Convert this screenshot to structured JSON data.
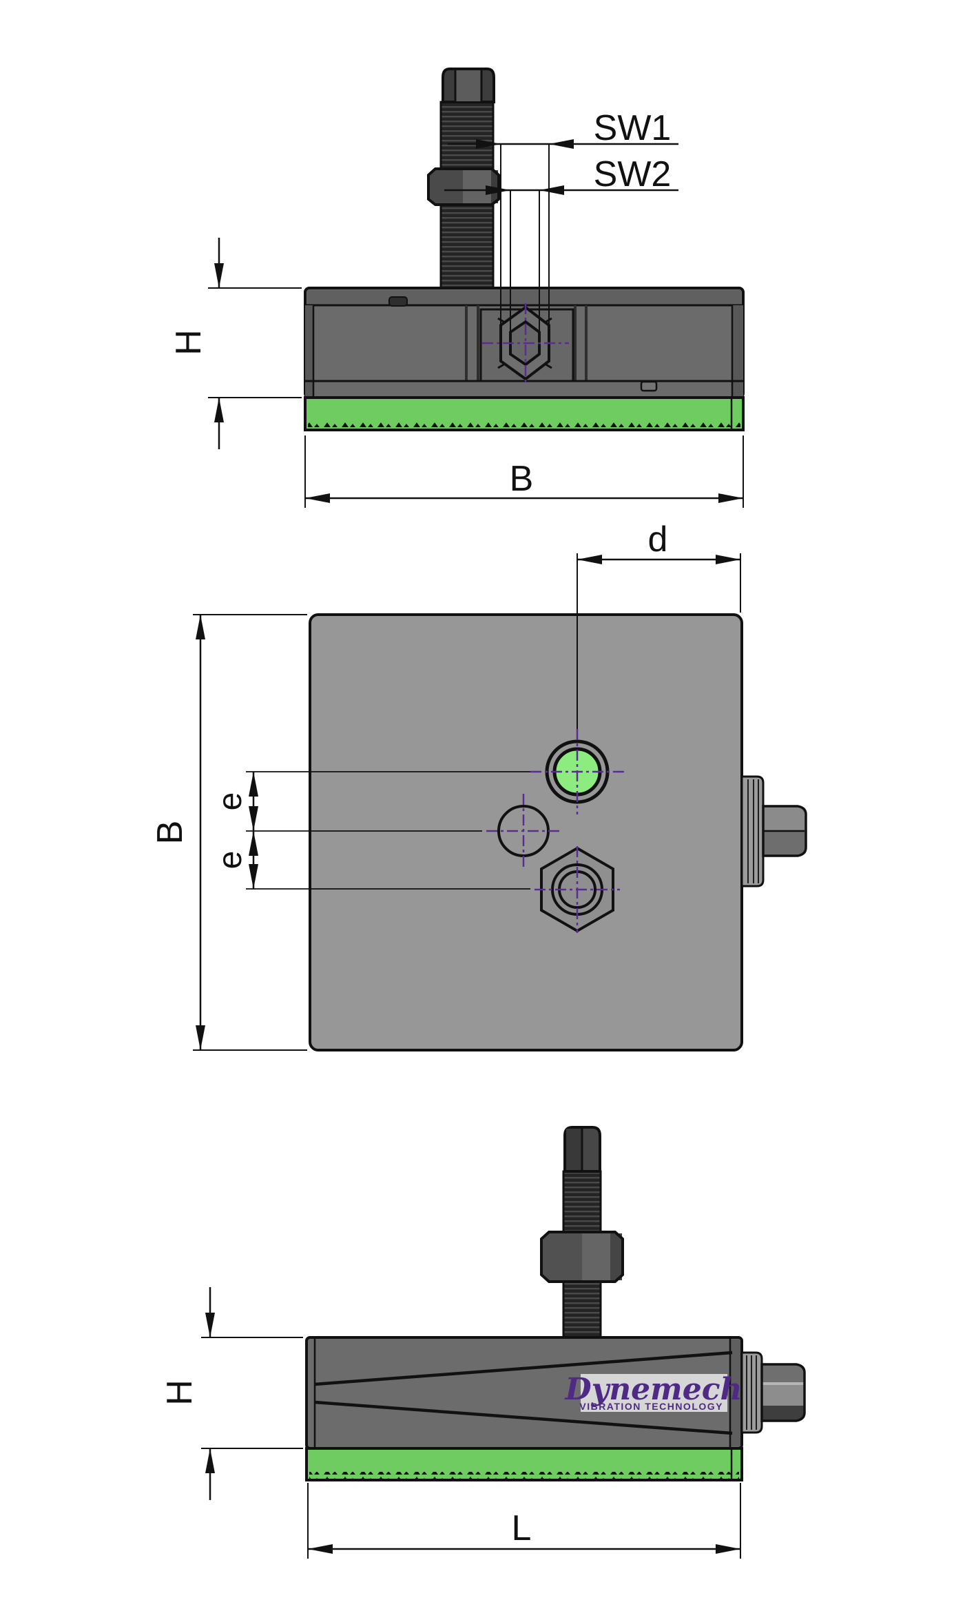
{
  "drawing": {
    "type": "engineering-drawing",
    "views": {
      "front_view": "front elevation with leveling screw and nuts",
      "plan_view": "top view with holes and adjustment bolt",
      "side_view": "side elevation with logo and adjustment bolt"
    },
    "labels": {
      "sw1": "SW1",
      "sw2": "SW2",
      "h_front": "H",
      "b_front": "B",
      "d": "d",
      "e_upper": "e",
      "e_lower": "e",
      "b_plan": "B",
      "h_side": "H",
      "l": "L"
    },
    "logo": {
      "name": "Dynemech",
      "tagline": "VIBRATION TECHNOLOGY"
    },
    "colors": {
      "line": "#111111",
      "centerline_purple": "#5a2d91",
      "pad_green": "#6ecc60",
      "hole_green": "#8cec7f",
      "body_gray": "#6b6b6b",
      "plan_gray": "#979797",
      "tab_gray": "#9c9c9c",
      "logo_bg": "#d6d6d6",
      "logo_purple": "#4e2a84",
      "stud_dark": "#242424"
    }
  }
}
